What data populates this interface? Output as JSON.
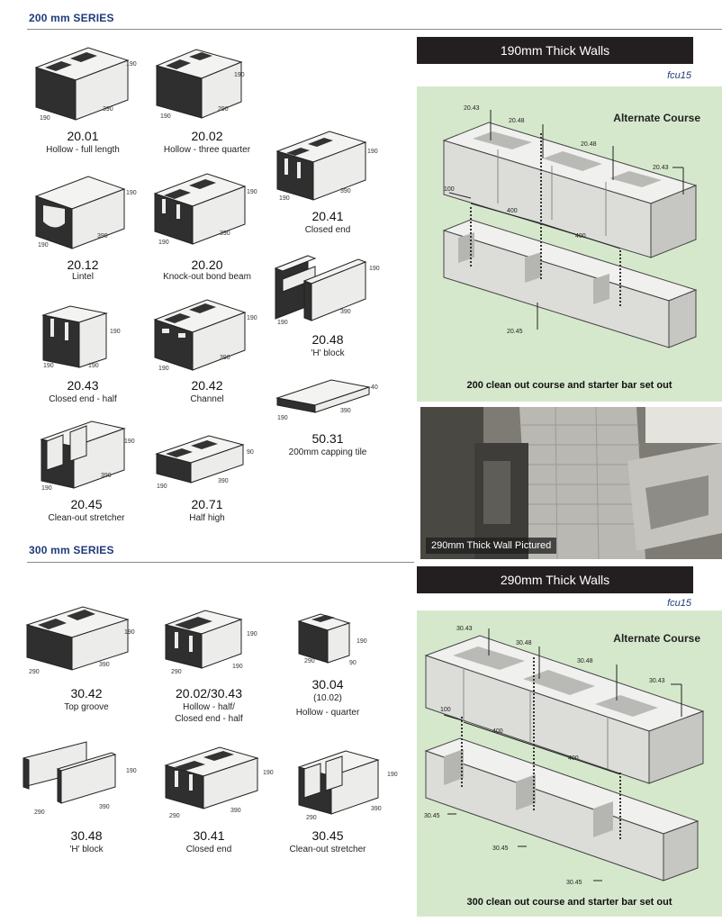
{
  "series_200": {
    "heading": "200 mm SERIES",
    "blocks": [
      {
        "code": "20.01",
        "name": "Hollow - full length",
        "dims": [
          "190",
          "190",
          "390"
        ]
      },
      {
        "code": "20.02",
        "name": "Hollow - three quarter",
        "dims": [
          "190",
          "190",
          "290"
        ]
      },
      {
        "code": "20.41",
        "name": "Closed end",
        "dims": [
          "190",
          "190",
          "390"
        ]
      },
      {
        "code": "20.12",
        "name": "Lintel",
        "dims": [
          "190",
          "190",
          "390"
        ]
      },
      {
        "code": "20.20",
        "name": "Knock-out bond beam",
        "dims": [
          "190",
          "190",
          "390"
        ]
      },
      {
        "code": "20.48",
        "name": "'H' block",
        "dims": [
          "190",
          "190",
          "390"
        ]
      },
      {
        "code": "20.43",
        "name": "Closed end - half",
        "dims": [
          "190",
          "190",
          "190"
        ]
      },
      {
        "code": "20.42",
        "name": "Channel",
        "dims": [
          "190",
          "190",
          "390"
        ]
      },
      {
        "code": "50.31",
        "name": "200mm capping tile",
        "dims": [
          "40",
          "190",
          "390"
        ]
      },
      {
        "code": "20.45",
        "name": "Clean-out stretcher",
        "dims": [
          "190",
          "190",
          "390"
        ]
      },
      {
        "code": "20.71",
        "name": "Half high",
        "dims": [
          "90",
          "190",
          "390"
        ]
      }
    ]
  },
  "series_300": {
    "heading": "300 mm SERIES",
    "blocks": [
      {
        "code": "30.42",
        "name": "Top groove",
        "dims": [
          "190",
          "290",
          "390"
        ]
      },
      {
        "code": "20.02/30.43",
        "name": "Hollow - half/",
        "name2": "Closed end - half",
        "dims": [
          "190",
          "290",
          "190"
        ]
      },
      {
        "code": "30.04",
        "sub": "(10.02)",
        "name": "Hollow - quarter",
        "dims": [
          "190",
          "290",
          "90"
        ]
      },
      {
        "code": "30.48",
        "name": "'H' block",
        "dims": [
          "190",
          "290",
          "390"
        ]
      },
      {
        "code": "30.41",
        "name": "Closed end",
        "dims": [
          "190",
          "290",
          "390"
        ]
      },
      {
        "code": "30.45",
        "name": "Clean-out stretcher",
        "dims": [
          "190",
          "290",
          "390"
        ]
      }
    ]
  },
  "panel_190": {
    "banner": "190mm Thick Walls",
    "ref": "fcu15",
    "title": "Alternate Course",
    "caption": "200 clean out course and starter bar set out",
    "labels": {
      "a": "20.43",
      "b": "20.48",
      "c": "20.48",
      "d": "20.43",
      "e": "100",
      "f": "400",
      "g": "400",
      "h": "20.45"
    }
  },
  "photo": {
    "caption": "290mm Thick Wall Pictured"
  },
  "panel_290": {
    "banner": "290mm Thick Walls",
    "ref": "fcu15",
    "title": "Alternate Course",
    "caption": "300 clean out course and starter bar set out",
    "labels": {
      "a": "30.43",
      "b": "30.48",
      "c": "30.48",
      "d": "30.43",
      "e": "100",
      "f": "400",
      "g": "400",
      "h": "30.45",
      "i": "30.45",
      "j": "30.45"
    }
  },
  "colors": {
    "heading": "#1f3a7a",
    "banner": "#231f20",
    "panel": "#d6e8cc",
    "block_face": "#ececea",
    "block_dark": "#2f2f2f"
  }
}
